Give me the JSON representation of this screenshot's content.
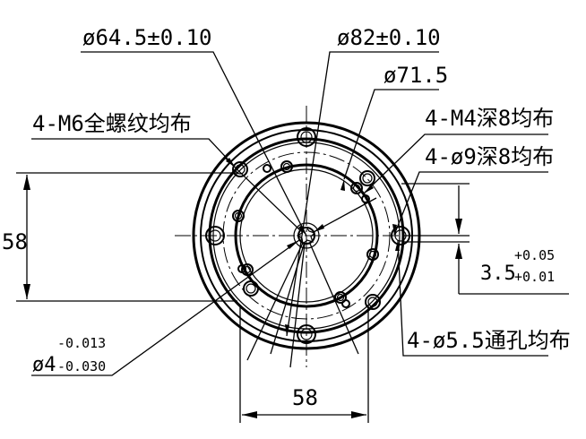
{
  "labels": {
    "d64": "ø64.5±0.10",
    "d82": "ø82±0.10",
    "d71": "ø71.5",
    "m6": "4-M6全螺纹均布",
    "m4": "4-M4深8均布",
    "d9": "4-ø9深8均布",
    "d55": "4-ø5.5通孔均布",
    "h58": "58",
    "v58": "58",
    "d4_main": "ø4",
    "d4_upper": "-0.013",
    "d4_lower": "-0.030",
    "t35_main": "3.5",
    "t35_upper": "+0.05",
    "t35_lower": "+0.01"
  }
}
